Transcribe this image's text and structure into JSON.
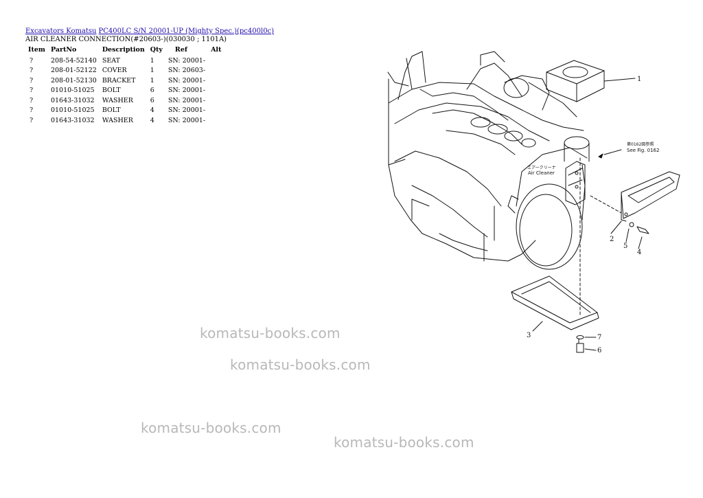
{
  "breadcrumb": {
    "link1": "Excavators Komatsu",
    "link2": "PC400LC S/N 20001-UP (Mighty Spec.)(pc400l0c)"
  },
  "page_title": "AIR CLEANER CONNECTION(#20603-)(030030 ; 1101A)",
  "table": {
    "headers": [
      "Item",
      "PartNo",
      "Description",
      "Qty",
      "Ref",
      "Alt"
    ],
    "rows": [
      {
        "item": "?",
        "partno": "208-54-52140",
        "description": "SEAT",
        "qty": "1",
        "ref": "SN: 20001-",
        "alt": ""
      },
      {
        "item": "?",
        "partno": "208-01-52122",
        "description": "COVER",
        "qty": "1",
        "ref": "SN: 20603-",
        "alt": ""
      },
      {
        "item": "?",
        "partno": "208-01-52130",
        "description": "BRACKET",
        "qty": "1",
        "ref": "SN: 20001-",
        "alt": ""
      },
      {
        "item": "?",
        "partno": "01010-51025",
        "description": "BOLT",
        "qty": "6",
        "ref": "SN: 20001-",
        "alt": ""
      },
      {
        "item": "?",
        "partno": "01643-31032",
        "description": "WASHER",
        "qty": "6",
        "ref": "SN: 20001-",
        "alt": ""
      },
      {
        "item": "?",
        "partno": "01010-51025",
        "description": "BOLT",
        "qty": "4",
        "ref": "SN: 20001-",
        "alt": ""
      },
      {
        "item": "?",
        "partno": "01643-31032",
        "description": "WASHER",
        "qty": "4",
        "ref": "SN: 20001-",
        "alt": ""
      }
    ]
  },
  "diagram": {
    "callouts": [
      "1",
      "2",
      "3",
      "4",
      "5",
      "6",
      "7"
    ],
    "air_cleaner_label": "Air Cleaner",
    "air_cleaner_jp": "エアークリーナ",
    "see_fig_jp": "第0162図参照",
    "see_fig": "See Fig. 0162"
  },
  "watermarks": [
    "komatsu-books.com",
    "komatsu-books.com",
    "komatsu-books.com",
    "komatsu-books.com"
  ]
}
